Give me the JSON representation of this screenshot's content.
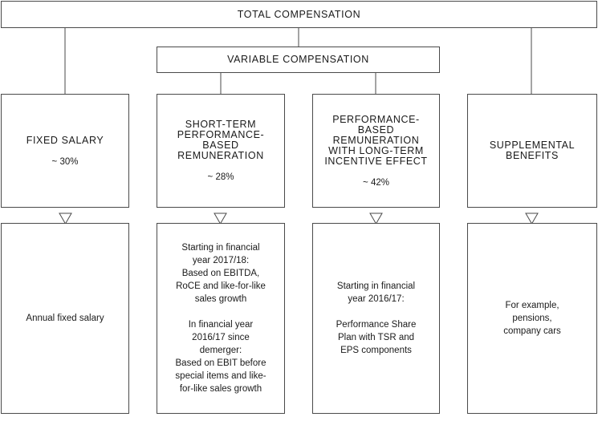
{
  "top": {
    "title": "TOTAL COMPENSATION"
  },
  "variable": {
    "title": "VARIABLE COMPENSATION"
  },
  "columns": [
    {
      "title": "FIXED SALARY",
      "share": "~ 30%",
      "details": [
        "Annual fixed salary"
      ]
    },
    {
      "title": "SHORT-TERM\nPERFORMANCE-\nBASED\nREMUNERATION",
      "share": "~ 28%",
      "details": [
        "Starting in financial\nyear 2017/18:\nBased on EBITDA,\nRoCE and like-for-like\nsales growth",
        "In financial year\n2016/17 since\ndemerger:\nBased on EBIT before\nspecial items and like-\nfor-like sales growth"
      ]
    },
    {
      "title": "PERFORMANCE-\nBASED\nREMUNERATION\nWITH LONG-TERM\nINCENTIVE EFFECT",
      "share": "~ 42%",
      "details": [
        "Starting in financial\nyear 2016/17:",
        "Performance Share\nPlan with TSR and\nEPS components"
      ]
    },
    {
      "title": "SUPPLEMENTAL\nBENEFITS",
      "share": "",
      "details": [
        "For example,\npensions,\ncompany cars"
      ]
    }
  ]
}
